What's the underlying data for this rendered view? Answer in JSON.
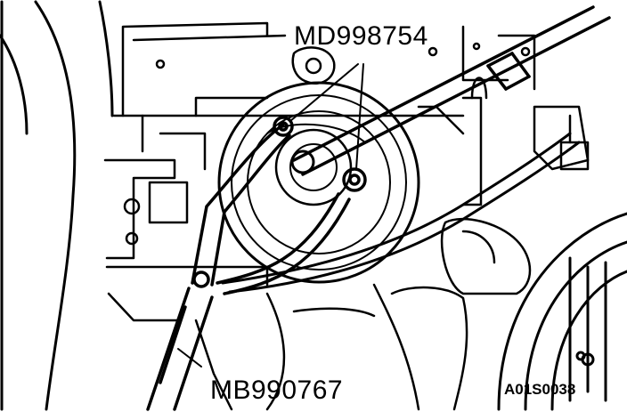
{
  "callouts": {
    "top_tool": "MD998754",
    "bottom_tool": "MB990767",
    "figure_code": "A01S0038"
  },
  "colors": {
    "ink": "#000000",
    "paper": "#ffffff"
  }
}
